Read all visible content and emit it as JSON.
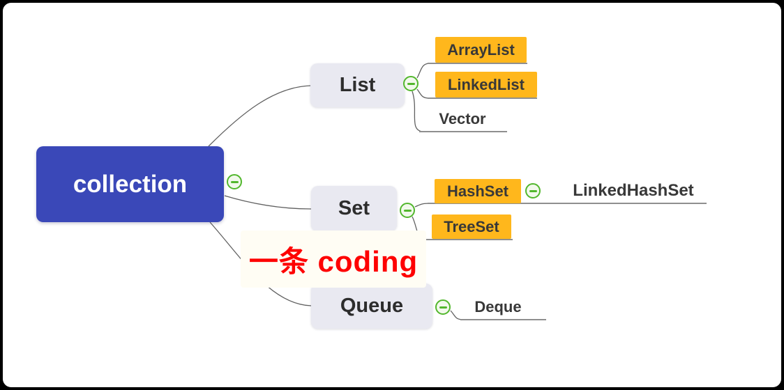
{
  "watermark": {
    "text": "一条 coding",
    "color": "#fe0000"
  },
  "mindmap": {
    "root": {
      "label": "collection"
    },
    "branches": [
      {
        "label": "List",
        "children": [
          {
            "label": "ArrayList",
            "style": "highlight"
          },
          {
            "label": "LinkedList",
            "style": "highlight"
          },
          {
            "label": "Vector",
            "style": "plain"
          }
        ]
      },
      {
        "label": "Set",
        "children": [
          {
            "label": "HashSet",
            "style": "highlight",
            "children": [
              {
                "label": "LinkedHashSet",
                "style": "plain"
              }
            ]
          },
          {
            "label": "TreeSet",
            "style": "highlight"
          }
        ]
      },
      {
        "label": "Queue",
        "children": [
          {
            "label": "Deque",
            "style": "plain"
          }
        ]
      }
    ]
  },
  "colors": {
    "root_bg": "#3a48b8",
    "root_text": "#ffffff",
    "branch_bg": "#e9e9f1",
    "branch_text": "#2d2d2d",
    "highlight_bg": "#ffb71c",
    "leaf_text": "#383838",
    "branch_line": "#606060",
    "underline": "#8f8f8f",
    "collapse_green": "#52b72d",
    "collapse_fill": "#f2f9ec",
    "watermark_red": "#fe0000",
    "canvas_border": "#000000"
  }
}
